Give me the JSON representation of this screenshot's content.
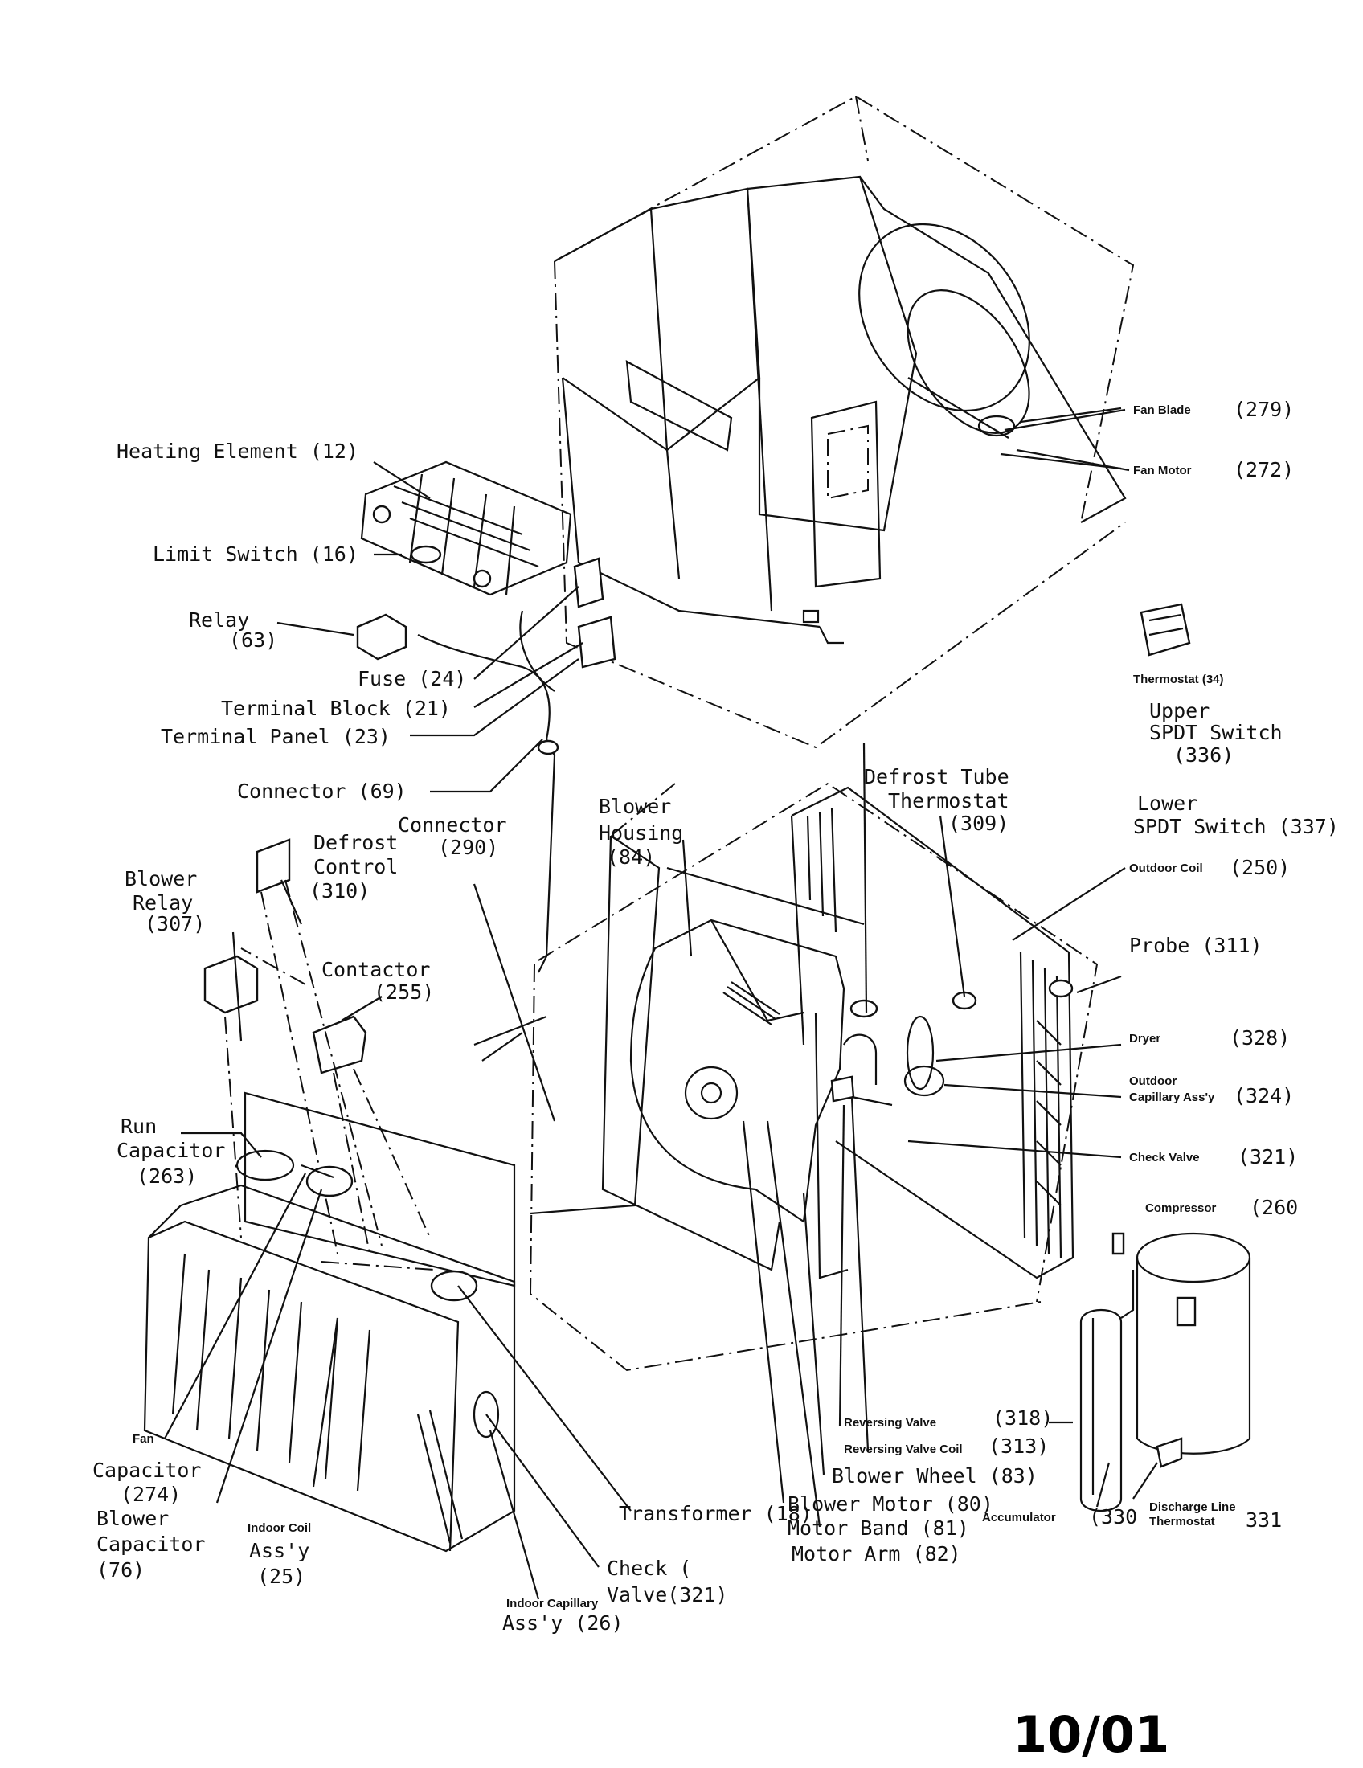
{
  "labels": {
    "fan_blade": "Fan Blade",
    "fan_blade_num": "(279)",
    "fan_motor": "Fan Motor",
    "fan_motor_num": "(272)",
    "heating_element": "Heating Element (12)",
    "limit_switch": "Limit Switch (16)",
    "relay": "Relay",
    "relay_num": "(63)",
    "fuse": "Fuse (24)",
    "terminal_block": "Terminal Block (21)",
    "terminal_panel": "Terminal Panel (23)",
    "connector_69": "Connector (69)",
    "thermostat": "Thermostat (34)",
    "upper_spdt_1": "Upper",
    "upper_spdt_2": "SPDT Switch",
    "upper_spdt_3": "(336)",
    "defrost_tube_1": "Defrost Tube",
    "defrost_tube_2": "Thermostat",
    "defrost_tube_3": "(309)",
    "lower_spdt_1": "Lower",
    "lower_spdt_2": "SPDT Switch (337)",
    "outdoor_coil": "Outdoor Coil",
    "outdoor_coil_num": "(250)",
    "blower_housing_1": "Blower",
    "blower_housing_2": "Housing",
    "blower_housing_3": "(84)",
    "connector_290_1": "Connector",
    "connector_290_2": "(290)",
    "defrost_control_1": "Defrost",
    "defrost_control_2": "Control",
    "defrost_control_3": "(310)",
    "blower_relay_1": "Blower",
    "blower_relay_2": "Relay",
    "blower_relay_3": "(307)",
    "contactor_1": "Contactor",
    "contactor_2": "(255)",
    "probe": "Probe (311)",
    "dryer": "Dryer",
    "dryer_num": "(328)",
    "outdoor_cap_1": "Outdoor",
    "outdoor_cap_2": "Capillary Ass'y",
    "outdoor_cap_num": "(324)",
    "check_valve_out": "Check Valve",
    "check_valve_out_num": "(321)",
    "compressor": "Compressor",
    "compressor_num": "(260",
    "run_cap_1": "Run",
    "run_cap_2": "Capacitor",
    "run_cap_3": "(263)",
    "reversing_valve": "Reversing Valve",
    "reversing_valve_num": "(318)",
    "rv_coil": "Reversing Valve Coil",
    "rv_coil_num": "(313)",
    "blower_wheel": "Blower Wheel (83)",
    "blower_motor": "Blower Motor (80)",
    "motor_band": "Motor Band (81)",
    "motor_arm": "Motor Arm (82)",
    "accumulator": "Accumulator",
    "accumulator_num": "(330",
    "discharge_1": "Discharge Line",
    "discharge_2": "Thermostat",
    "discharge_num": "331",
    "fan_cap_1": "Fan",
    "fan_cap_2": "Capacitor",
    "fan_cap_3": "(274)",
    "blower_cap_1": "Blower",
    "blower_cap_2": "Capacitor",
    "blower_cap_3": "(76)",
    "indoor_coil_1": "Indoor Coil",
    "indoor_coil_2": "Ass'y",
    "indoor_coil_3": "(25)",
    "transformer": "Transformer (18)",
    "check_valve_in_1": "Check (",
    "check_valve_in_2": "Valve(321)",
    "indoor_cap_1": "Indoor Capillary",
    "indoor_cap_2": "Ass'y (26)"
  },
  "date_stamp": "10/01"
}
